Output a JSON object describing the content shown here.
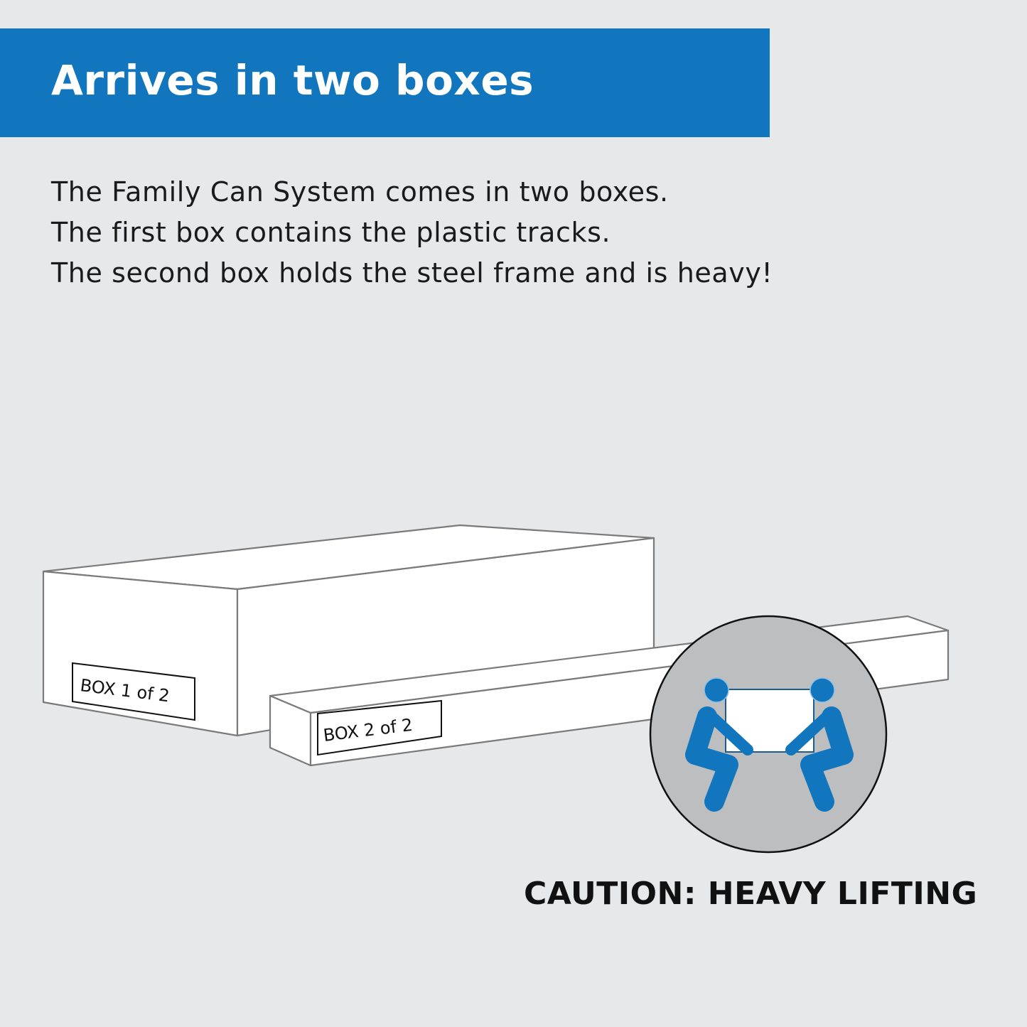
{
  "banner": {
    "title": "Arrives in two boxes",
    "color": "#1176bd"
  },
  "description": {
    "lines": [
      "The Family Can System comes in two boxes.",
      "The first box contains the plastic tracks.",
      "The second box holds the steel frame and is heavy!"
    ]
  },
  "illustration": {
    "box1_label": "BOX 1 of 2",
    "box2_label": "BOX 2 of 2",
    "icon": "two-person-lift-icon",
    "icon_color": "#1176bd",
    "icon_bg": "#bdbec0"
  },
  "caution": {
    "text": "CAUTION: HEAVY LIFTING"
  }
}
